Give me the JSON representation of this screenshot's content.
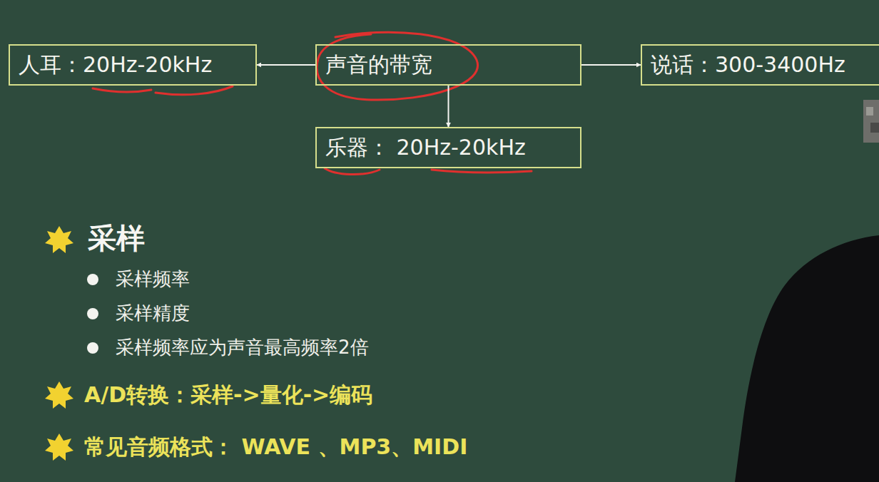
{
  "diagram": {
    "nodes": [
      {
        "text": [
          "人耳：20Hz-20kHz"
        ]
      },
      {
        "text": [
          "声音的带宽"
        ]
      },
      {
        "text": [
          "说话：300-3400Hz"
        ]
      },
      {
        "text": [
          "乐器： 20Hz-20kHz"
        ]
      }
    ],
    "edges": [
      {
        "from": 1,
        "to": 0,
        "arrow": "to"
      },
      {
        "from": 1,
        "to": 2,
        "arrow": "to"
      },
      {
        "from": 1,
        "to": 3,
        "arrow": "to"
      }
    ],
    "labels": [
      "采样",
      "采样频率",
      "采样精度",
      "采样频率应为声音最高频率2倍",
      "A/D转换：采样->量化->编码",
      "常见音频格式： WAVE 、MP3、MIDI"
    ]
  }
}
